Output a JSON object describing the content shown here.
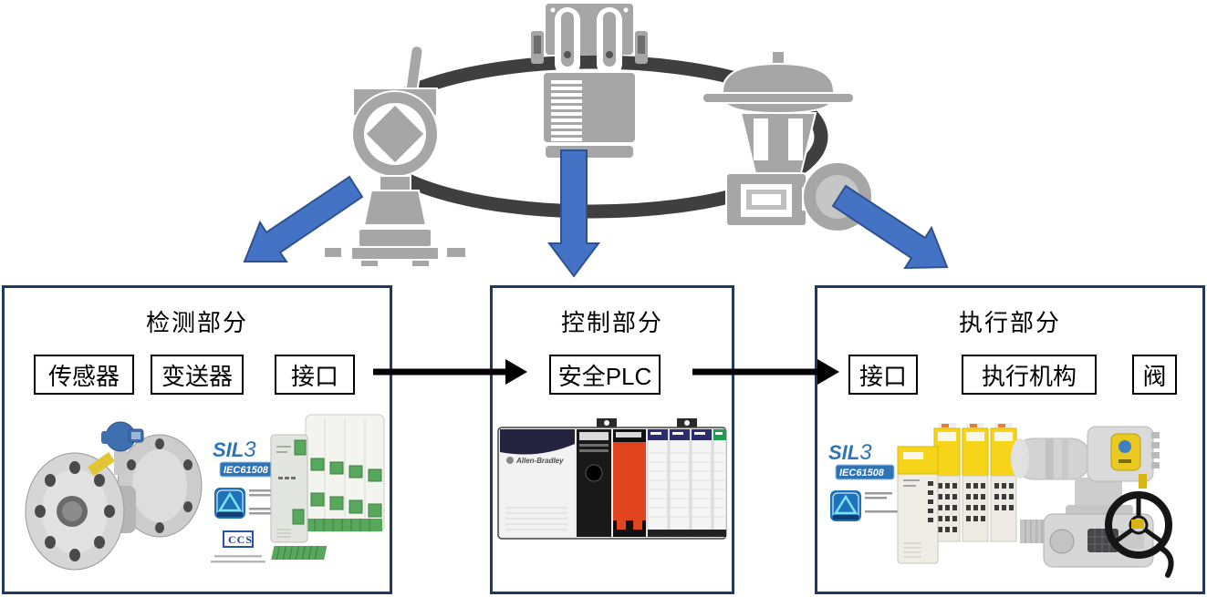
{
  "colors": {
    "accent_blue": "#4472C4",
    "arrow_border": "#2F528F",
    "section_border": "#1F3864",
    "loop_ring": "#3F3F3F",
    "equipment_gray": "#A6A6A6",
    "safety_yellow": "#F6D41A",
    "alert_red": "#E0451F",
    "cert_blue": "#2E74B5"
  },
  "loop_icons": [
    {
      "name": "wireless-pressure-transmitter"
    },
    {
      "name": "safety-plc-module"
    },
    {
      "name": "control-valve-actuator"
    }
  ],
  "sections": [
    {
      "title": "检测部分",
      "items": [
        {
          "label": "传感器"
        },
        {
          "label": "变送器"
        },
        {
          "label": "接口"
        }
      ]
    },
    {
      "title": "控制部分",
      "items": [
        {
          "label": "安全PLC"
        }
      ]
    },
    {
      "title": "执行部分",
      "items": [
        {
          "label": "接口"
        },
        {
          "label": "执行机构"
        },
        {
          "label": "阀"
        }
      ]
    }
  ],
  "badges": {
    "sil": "SIL",
    "sil_level": "3",
    "iec": "IEC61508",
    "ccs": "CCS"
  },
  "plc_brand": "Allen-Bradley"
}
